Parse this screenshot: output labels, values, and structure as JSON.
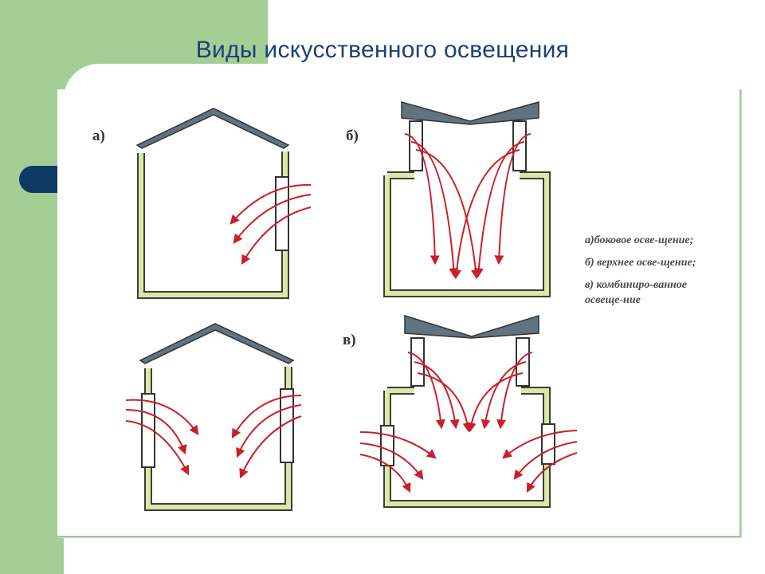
{
  "slide": {
    "title": "Виды искусственного освещения"
  },
  "figure": {
    "labels": {
      "a": "а)",
      "b": "б)",
      "v": "в)"
    },
    "legend": [
      "а)боковое осве-щение;",
      "б) верхнее осве-щение;",
      "в) комбиниро-ванное освеще-ние"
    ]
  },
  "colors": {
    "green_band": "#a3cf95",
    "navy_accent": "#0e3a66",
    "title": "#1e3f7a",
    "wall_fill": "#d9e8a4",
    "arrow": "#c8202a",
    "roof": "#5f7480"
  }
}
